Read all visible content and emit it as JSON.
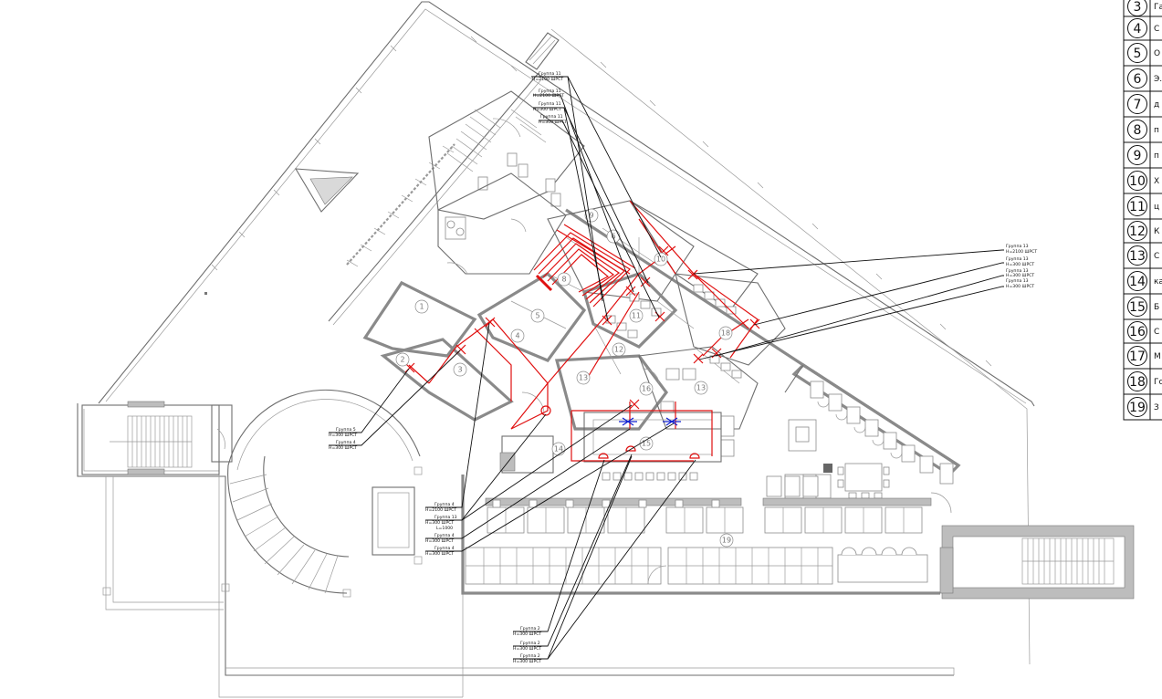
{
  "room_numbers": [
    "1",
    "2",
    "3",
    "4",
    "5",
    "6",
    "8",
    "9",
    "10",
    "11",
    "12",
    "13",
    "13",
    "14",
    "15",
    "16",
    "18",
    "19"
  ],
  "callouts": {
    "top": [
      {
        "title": "Группа 11",
        "sub": "H=2100 ШРСТ"
      },
      {
        "title": "Группа 11",
        "sub": "H=2100 ШРСТ"
      },
      {
        "title": "Группа 11",
        "sub": "H=300 ШРСТ"
      },
      {
        "title": "Группа 11",
        "sub": "H=300 ШРСТ"
      }
    ],
    "right": [
      {
        "title": "Группа 13",
        "sub": "H=2100 ШРСТ"
      },
      {
        "title": "Группа 13",
        "sub": "H=300 ШРСТ"
      },
      {
        "title": "Группа 13",
        "sub": "H=300 ШРСТ"
      },
      {
        "title": "Группа 13",
        "sub": "H=300 ШРСТ"
      }
    ],
    "left": [
      {
        "title": "Группа 5",
        "sub": "H=300 ШРСТ"
      },
      {
        "title": "Группа 4",
        "sub": "H=300 ШРСТ"
      }
    ],
    "middle": [
      {
        "title": "Группа 4",
        "sub": "H=2100 ШРСТ"
      },
      {
        "title": "Группа 13",
        "sub": "H=300 ШРСТ",
        "extra": "L=1000"
      },
      {
        "title": "Группа 4",
        "sub": "H=300 ШРСТ"
      },
      {
        "title": "Группа 4",
        "sub": "H=300 ШРСТ"
      }
    ],
    "bottom": [
      {
        "title": "Группа 2",
        "sub": "H=300 ШРСТ"
      },
      {
        "title": "Группа 2",
        "sub": "H=300 ШРСТ"
      },
      {
        "title": "Группа 2",
        "sub": "H=300 ШРСТ"
      }
    ]
  },
  "legend": {
    "items": [
      {
        "num": "3",
        "text": "Га"
      },
      {
        "num": "4",
        "text": "С"
      },
      {
        "num": "5",
        "text": "О"
      },
      {
        "num": "6",
        "text": "Э."
      },
      {
        "num": "7",
        "text": "д"
      },
      {
        "num": "8",
        "text": "п"
      },
      {
        "num": "9",
        "text": "п"
      },
      {
        "num": "10",
        "text": "Х"
      },
      {
        "num": "11",
        "text": "ц"
      },
      {
        "num": "12",
        "text": "К"
      },
      {
        "num": "13",
        "text": "С"
      },
      {
        "num": "14",
        "text": "ка"
      },
      {
        "num": "15",
        "text": "Б"
      },
      {
        "num": "16",
        "text": "С"
      },
      {
        "num": "17",
        "text": "М"
      },
      {
        "num": "18",
        "text": "Го"
      },
      {
        "num": "19",
        "text": "З"
      }
    ]
  },
  "colors": {
    "wiring": "#e01010",
    "fixture_blue": "#1020d0",
    "walls": "#6e6e6e"
  }
}
